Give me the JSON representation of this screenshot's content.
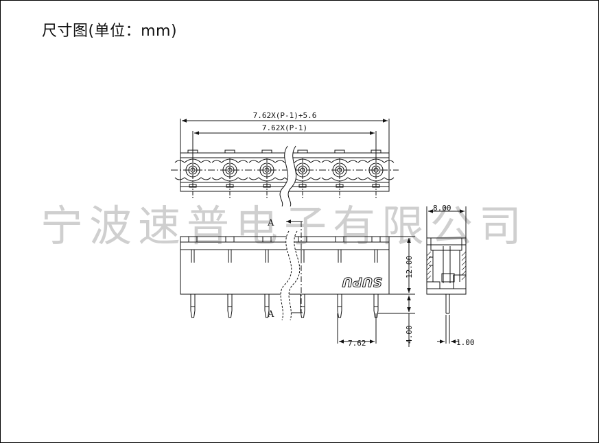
{
  "title": "尺寸图(单位：mm)",
  "watermark": "宁波速普电子有限公司",
  "dimensions": {
    "overall_length": "7.62X(P-1)+5.6",
    "pitch_span": "7.62X(P-1)",
    "pitch": "7.62",
    "height": "12.00",
    "pin_length": "4.00",
    "depth": "8.00",
    "pin_width": "1.00"
  },
  "section_label": "A",
  "brand_mark": "SUPU"
}
